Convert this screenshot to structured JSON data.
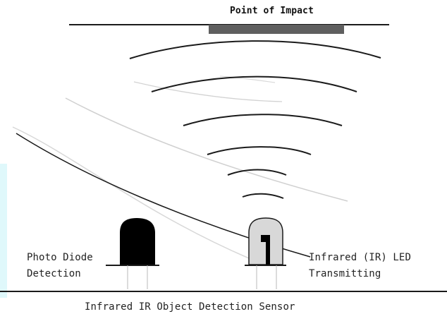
{
  "diagram": {
    "top_label": "Point of Impact",
    "left_label_line1": "Photo Diode",
    "left_label_line2": "Detection",
    "right_label_line1": "Infrared (IR) LED",
    "right_label_line2": "Transmitting",
    "caption": "Infrared IR Object Detection Sensor"
  },
  "colors": {
    "line": "#1a1a1a",
    "impact_bar": "#5f5f5f",
    "photodiode_fill": "#000000",
    "led_fill": "#d8d8d8",
    "led_inner": "#000000",
    "accent_left": "#dff8fb",
    "faded_line": "#c8c8c8"
  }
}
